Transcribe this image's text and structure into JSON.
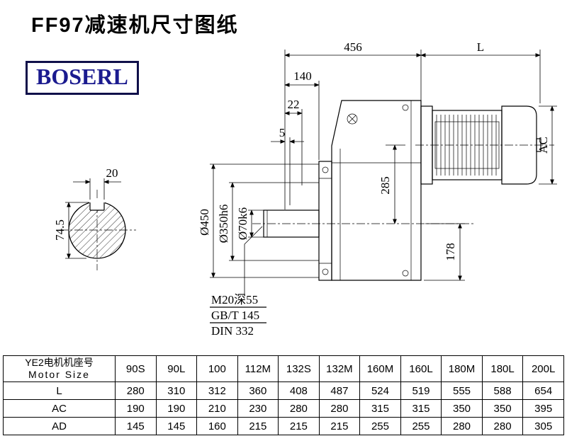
{
  "header": {
    "title": "FF97减速机尺寸图纸",
    "logo": "BOSERL"
  },
  "drawing": {
    "dims": {
      "overall_456": "456",
      "motor_L": "L",
      "d140": "140",
      "d22": "22",
      "d5": "5",
      "ac": "AC",
      "d285": "285",
      "d178": "178",
      "dia450": "Ø450",
      "dia350": "Ø350h6",
      "dia70": "Ø70k6",
      "key_width": "20",
      "key_height": "74.5"
    },
    "notes": {
      "tap": "M20深55",
      "gb": "GB/T 145",
      "din": "DIN 332"
    }
  },
  "table": {
    "header": {
      "label_cn": "YE2电机机座号",
      "label_en": "Motor Size"
    },
    "columns": [
      "90S",
      "90L",
      "100",
      "112M",
      "132S",
      "132M",
      "160M",
      "160L",
      "180M",
      "180L",
      "200L"
    ],
    "rows": [
      {
        "label": "L",
        "values": [
          "280",
          "310",
          "312",
          "360",
          "408",
          "487",
          "524",
          "519",
          "555",
          "588",
          "654"
        ]
      },
      {
        "label": "AC",
        "values": [
          "190",
          "190",
          "210",
          "230",
          "280",
          "280",
          "315",
          "315",
          "350",
          "350",
          "395"
        ]
      },
      {
        "label": "AD",
        "values": [
          "145",
          "145",
          "160",
          "215",
          "215",
          "215",
          "255",
          "255",
          "280",
          "280",
          "305"
        ]
      }
    ]
  }
}
